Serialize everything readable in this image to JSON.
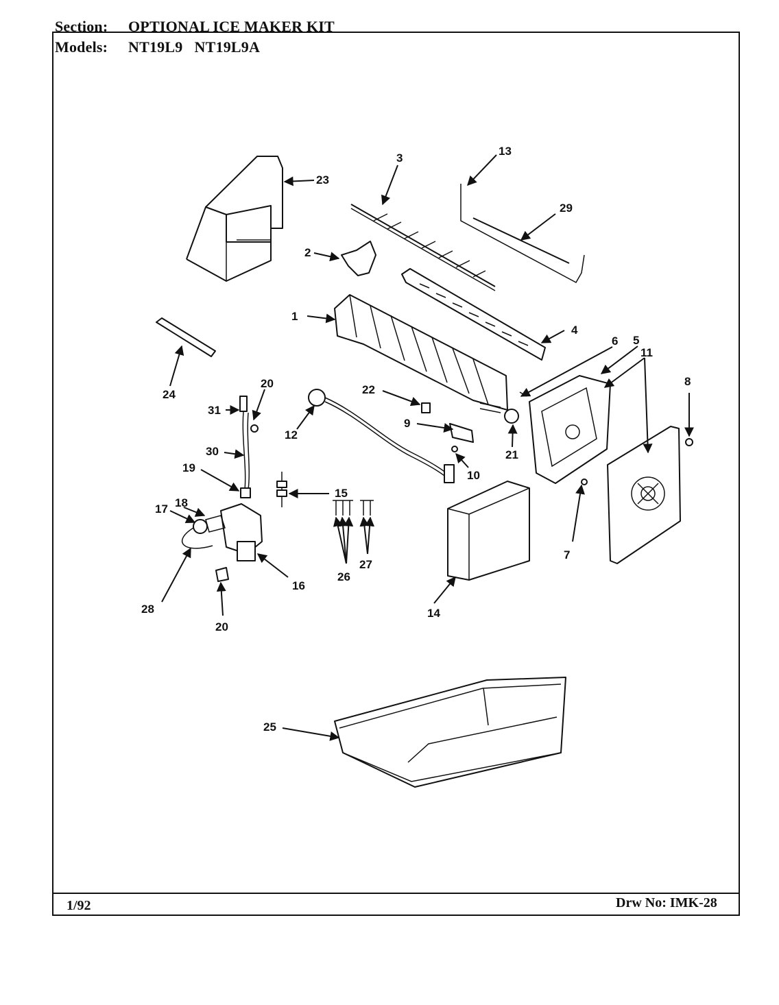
{
  "header": {
    "section_label": "Section:",
    "section_value": "OPTIONAL ICE MAKER KIT",
    "models_label": "Models:",
    "models_value": "NT19L9   NT19L9A"
  },
  "footer": {
    "date": "1/92",
    "drawing_number": "Drw No: IMK-28"
  },
  "callouts": [
    "1",
    "2",
    "3",
    "4",
    "5",
    "6",
    "7",
    "8",
    "9",
    "10",
    "11",
    "12",
    "13",
    "14",
    "15",
    "16",
    "17",
    "18",
    "19",
    "20",
    "20",
    "21",
    "22",
    "23",
    "24",
    "25",
    "26",
    "27",
    "28",
    "29",
    "30",
    "31"
  ]
}
